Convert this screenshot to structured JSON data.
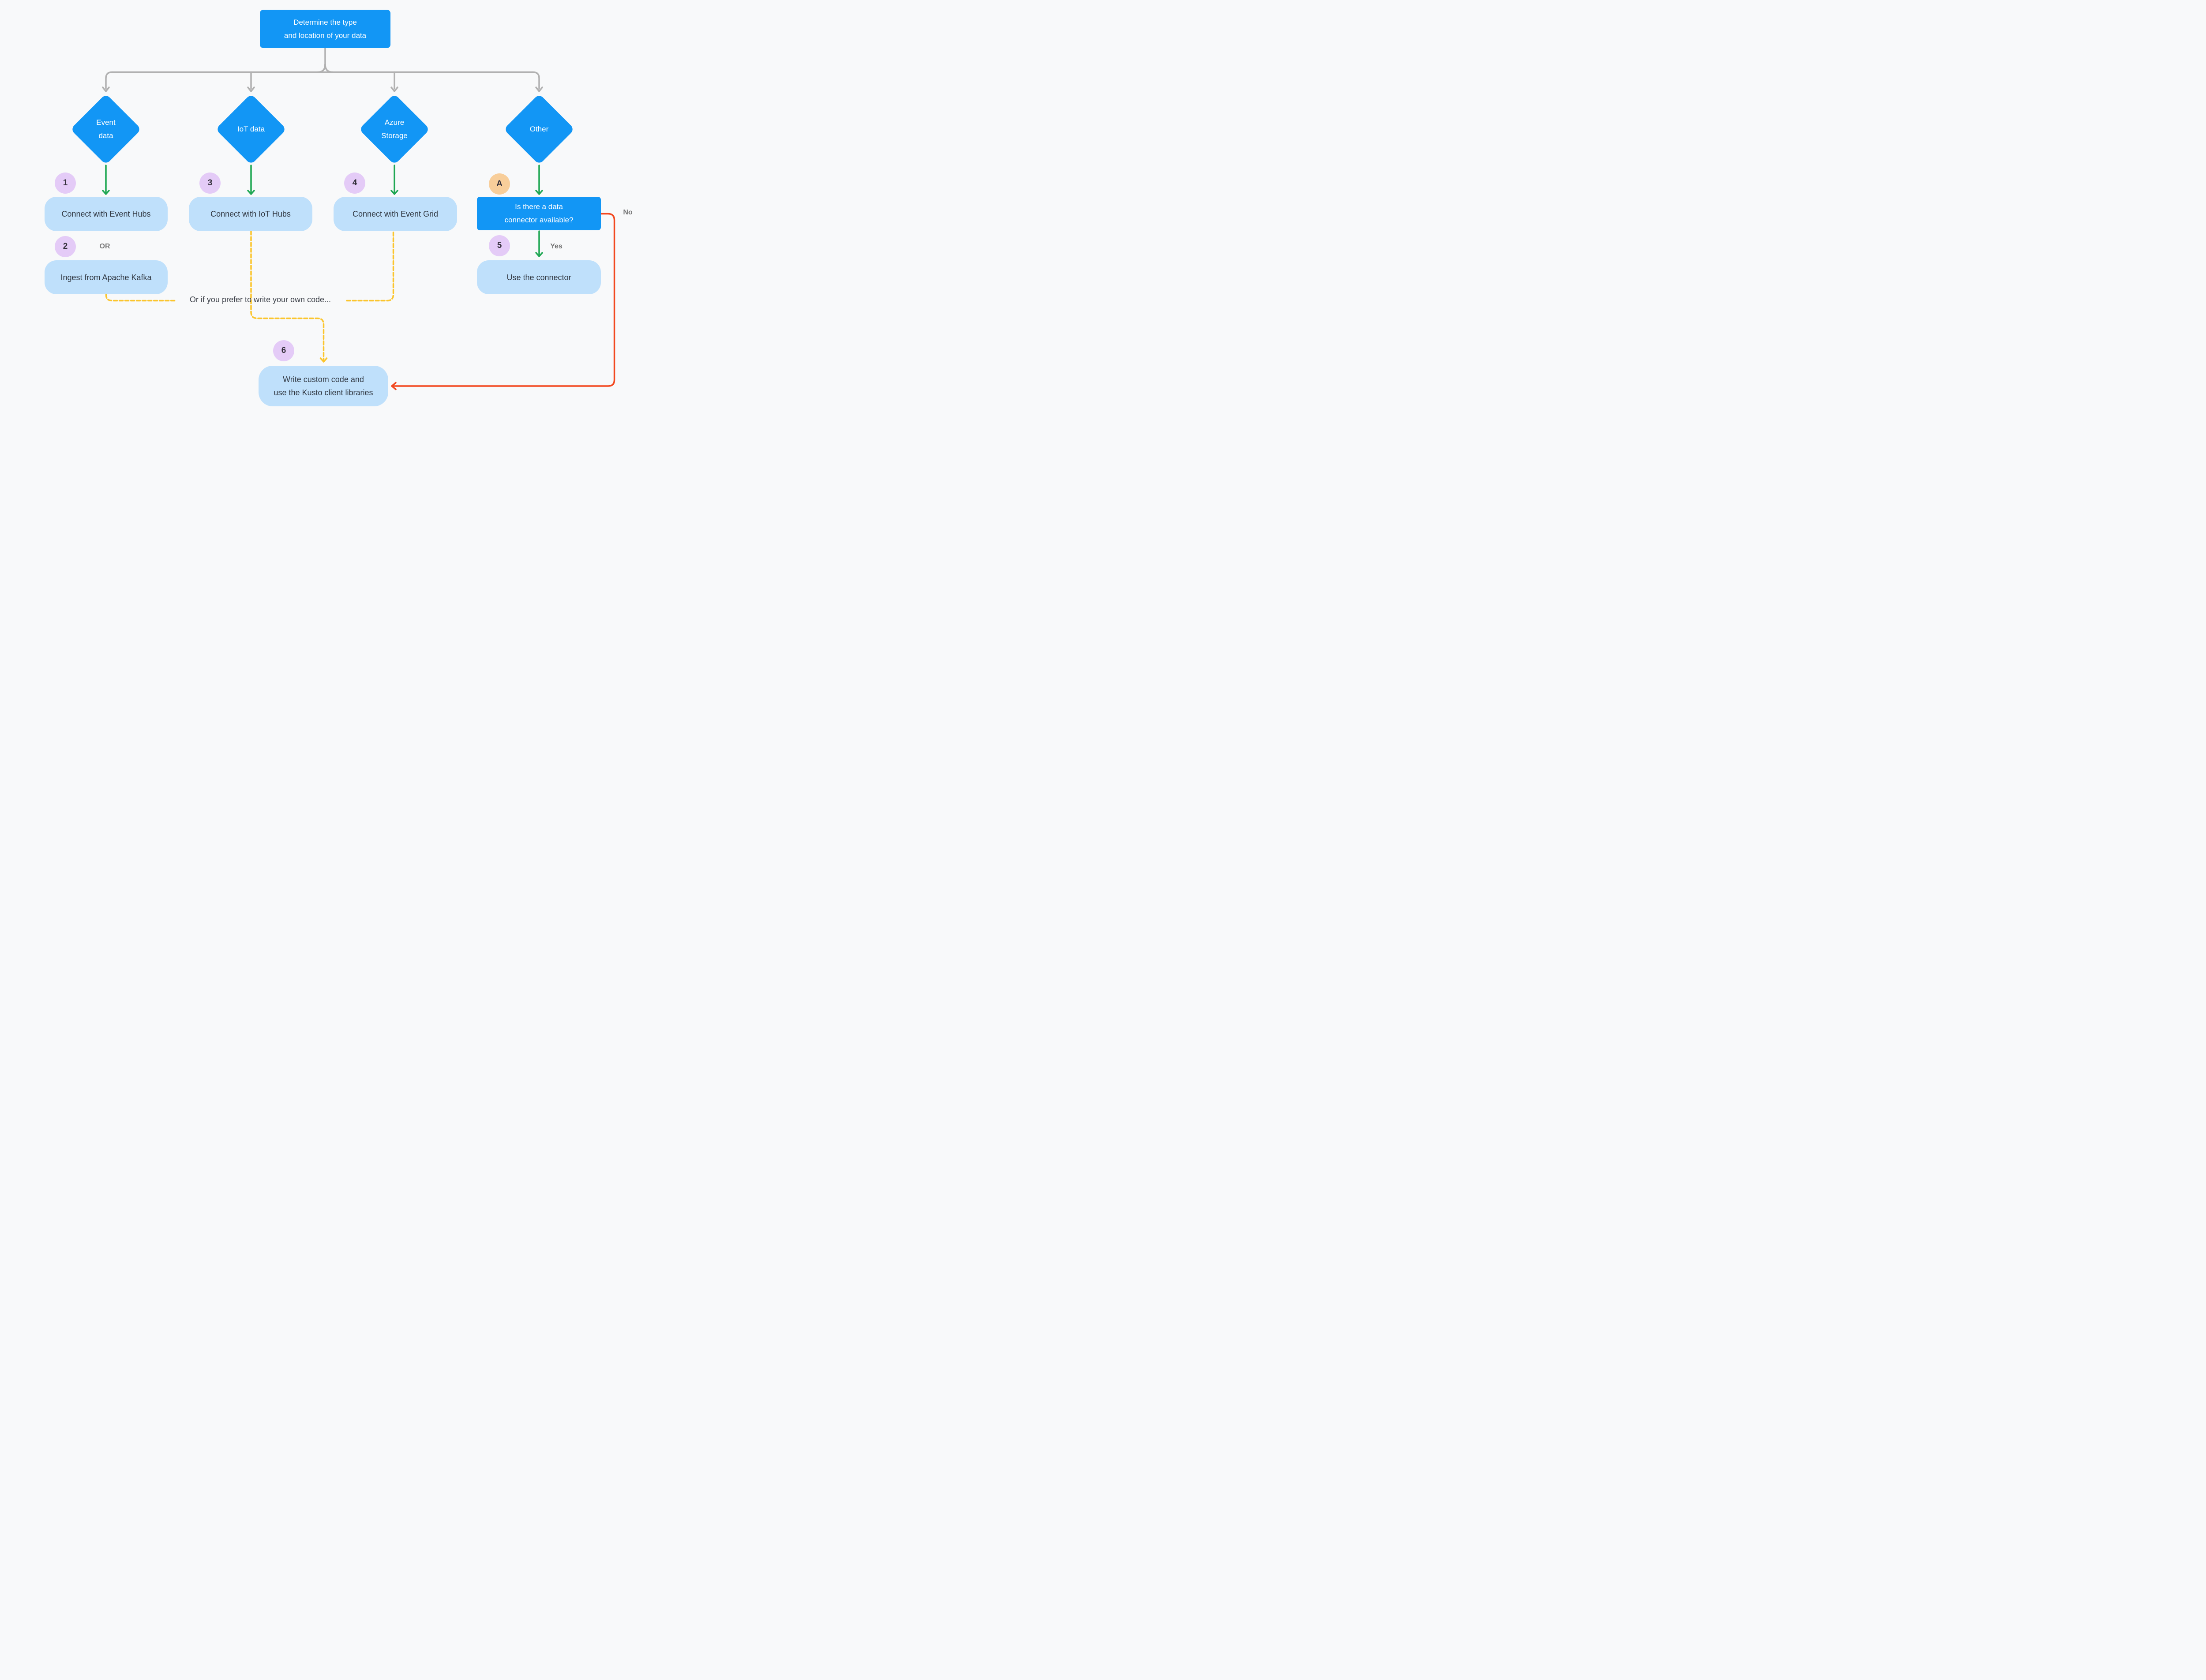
{
  "title_box": {
    "text": "Determine the type\nand location of your data"
  },
  "branches": [
    {
      "diamond": "Event\ndata",
      "badge": "1",
      "action": "Connect with Event Hubs",
      "alt_badge": "2",
      "alt_label": "OR",
      "alt_action": "Ingest from Apache Kafka"
    },
    {
      "diamond": "IoT data",
      "badge": "3",
      "action": "Connect with IoT Hubs"
    },
    {
      "diamond": "Azure\nStorage",
      "badge": "4",
      "action": "Connect with Event Grid"
    },
    {
      "diamond": "Other",
      "badge": "A",
      "question": "Is there a data\nconnector available?",
      "yes_badge": "5",
      "yes_label": "Yes",
      "no_label": "No",
      "yes_action": "Use the connector"
    }
  ],
  "fallback": {
    "note": "Or if you prefer to write your own code...",
    "badge": "6",
    "action": "Write custom code and\nuse the Kusto client libraries"
  },
  "colors": {
    "background": "#f8f9fa",
    "node_blue": "#1296f5",
    "node_light_blue": "#bfe0fb",
    "badge_purple": "#e4cbf7",
    "badge_orange": "#f8ce9a",
    "arrow_gray": "#b1b1b1",
    "arrow_green": "#1fa753",
    "arrow_yellow": "#fbc52d",
    "arrow_red": "#f2481f",
    "text_dark": "#2f3640",
    "text_muted": "#757575",
    "text_white": "#ffffff"
  }
}
